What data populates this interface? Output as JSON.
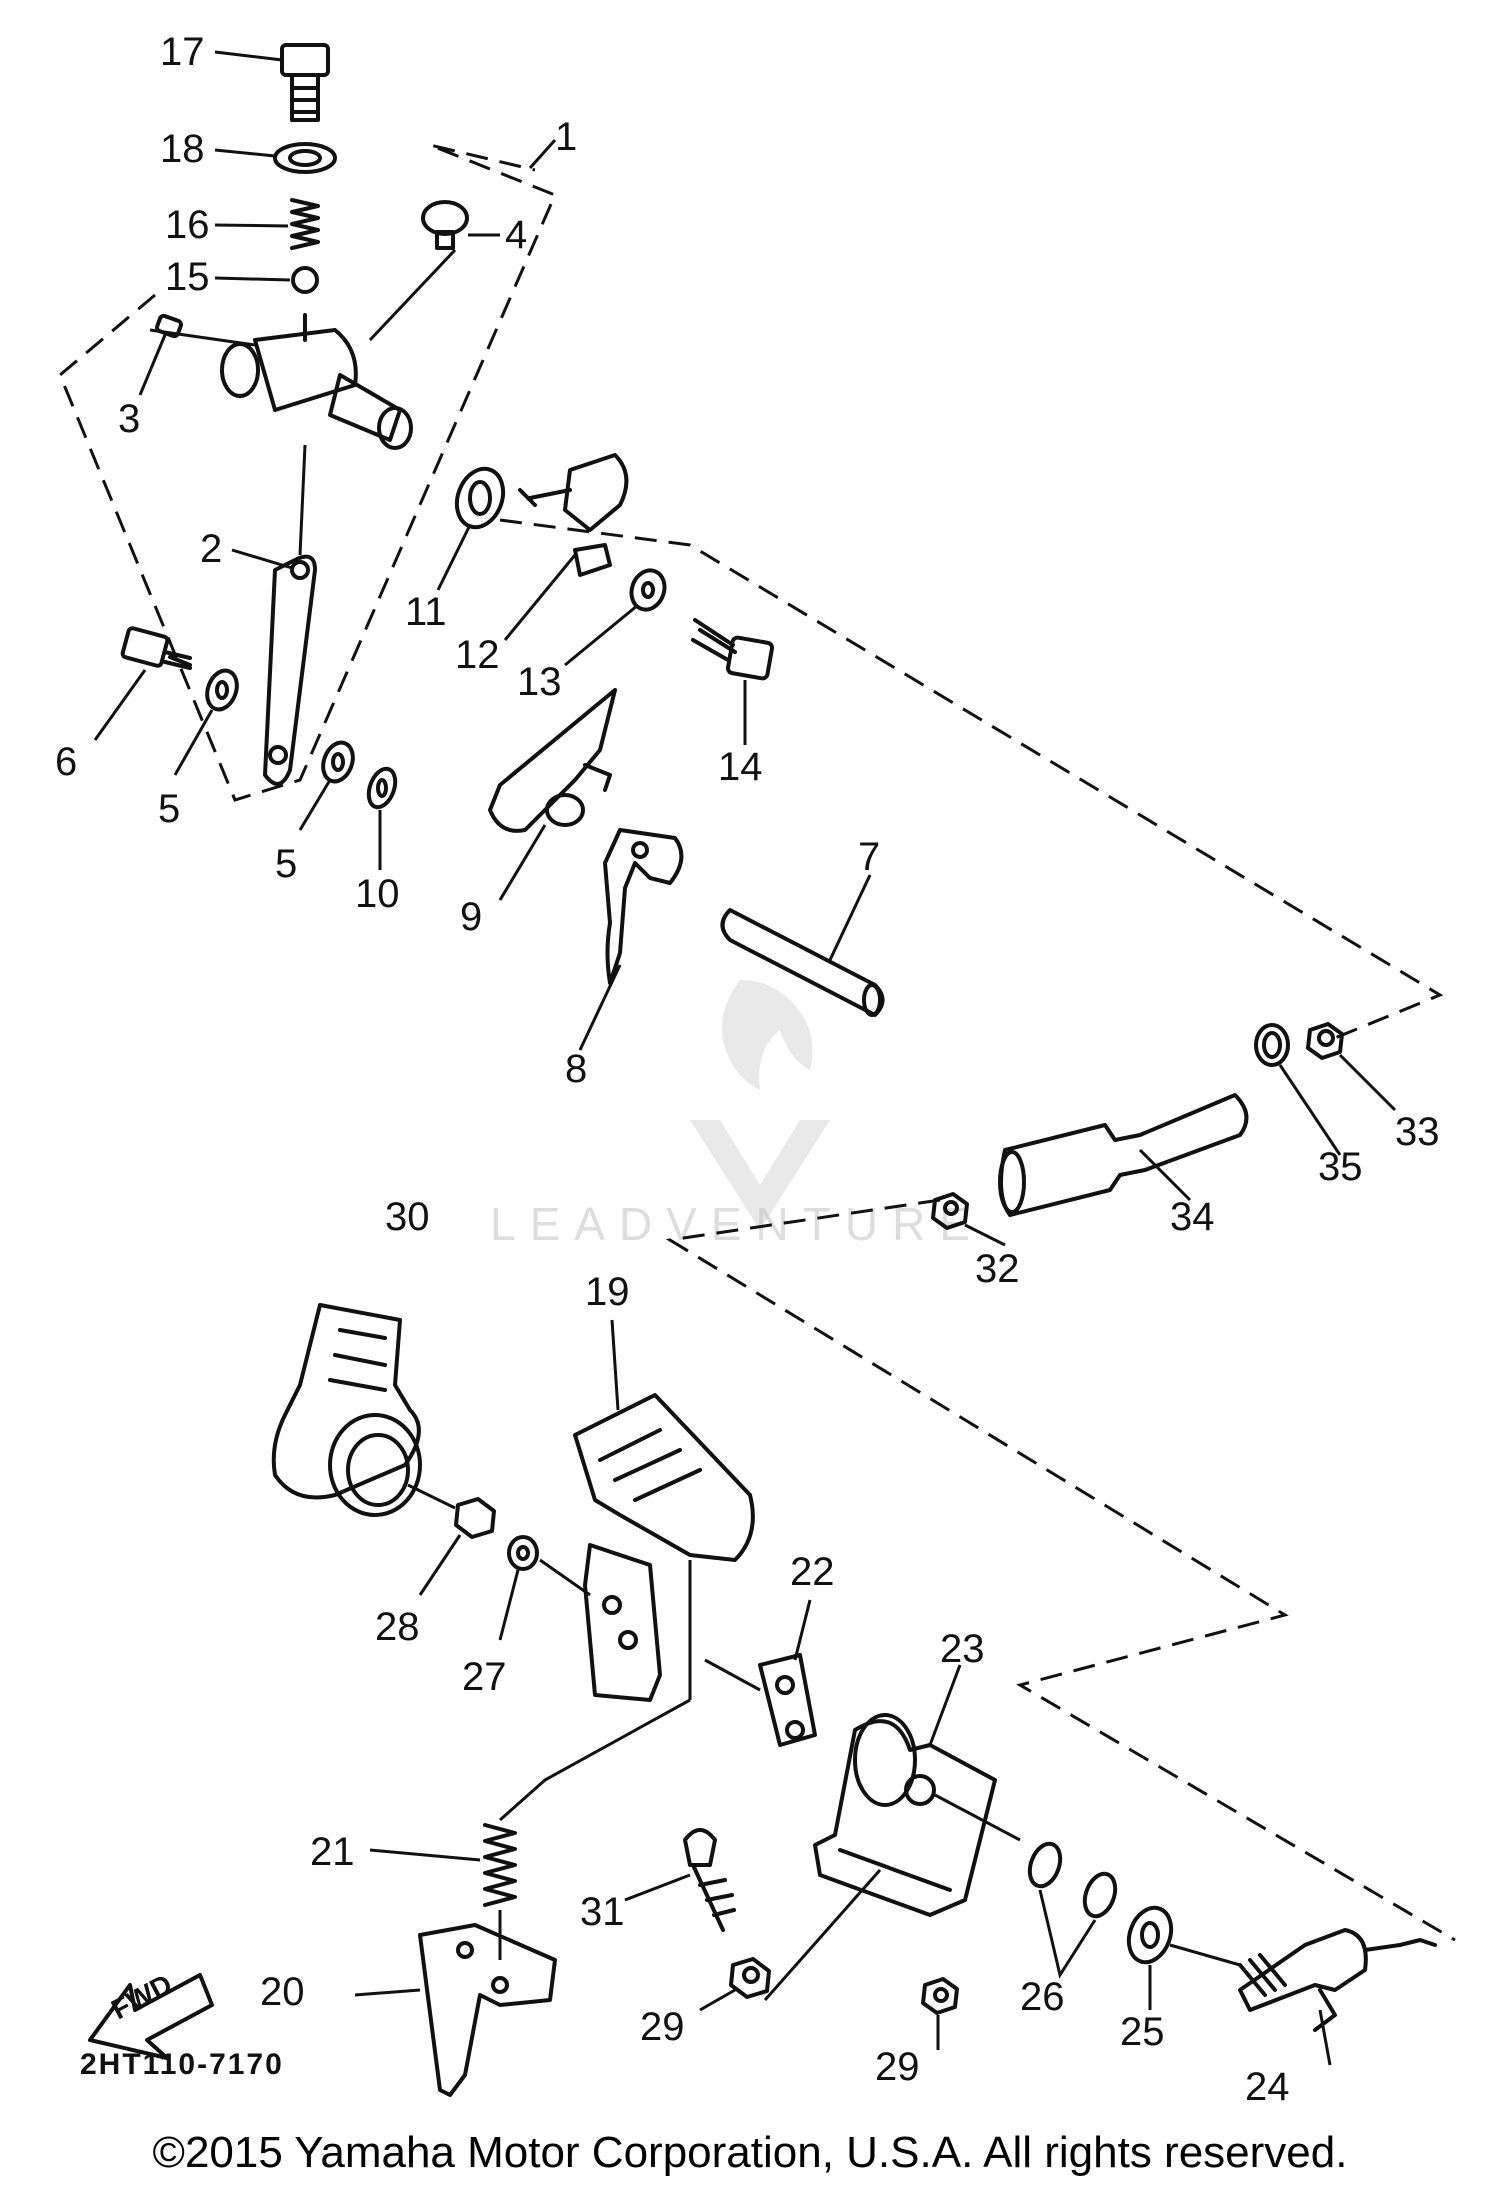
{
  "diagram": {
    "drawing_code": "2HT110-7170",
    "direction_arrow": "FWD",
    "watermark": "LEADVENTURE",
    "copyright": "©2015 Yamaha Motor Corporation, U.S.A. All rights reserved.",
    "part_labels": [
      "1",
      "2",
      "3",
      "4",
      "5",
      "5",
      "6",
      "7",
      "8",
      "9",
      "10",
      "11",
      "12",
      "13",
      "14",
      "15",
      "16",
      "17",
      "18",
      "19",
      "20",
      "21",
      "22",
      "23",
      "24",
      "25",
      "26",
      "27",
      "28",
      "29",
      "29",
      "30",
      "31",
      "32",
      "33",
      "34",
      "35"
    ]
  }
}
